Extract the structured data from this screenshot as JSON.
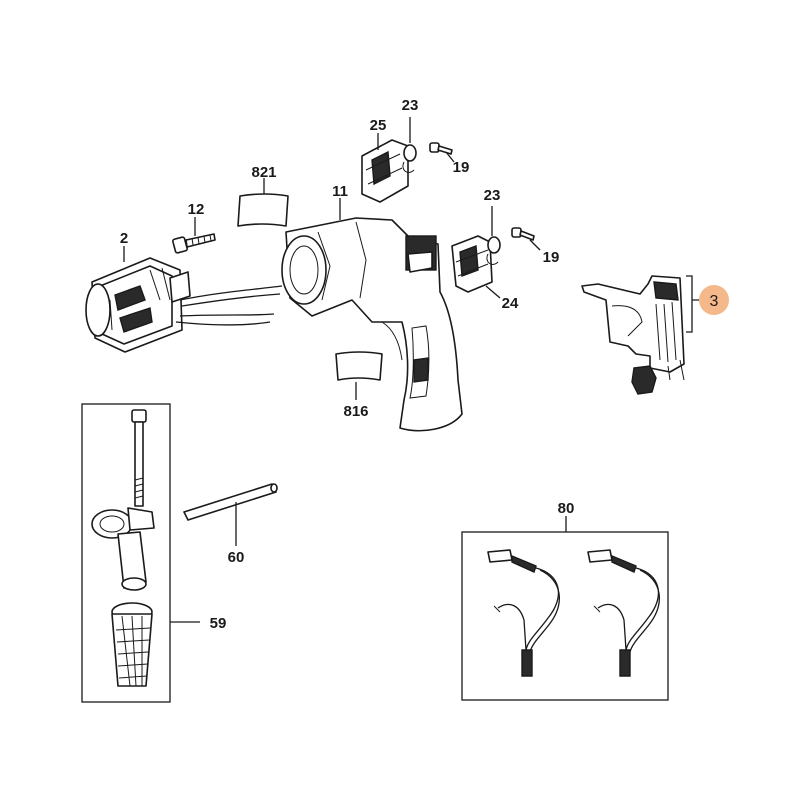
{
  "labels": {
    "p23a": "23",
    "p25": "25",
    "p19a": "19",
    "p821": "821",
    "p11": "11",
    "p12": "12",
    "p2": "2",
    "p23b": "23",
    "p19b": "19",
    "p24": "24",
    "p3": "3",
    "p816": "816",
    "p60": "60",
    "p59": "59",
    "p80": "80"
  },
  "colors": {
    "highlight": "#F5B88A",
    "ink": "#1a1a1a"
  }
}
